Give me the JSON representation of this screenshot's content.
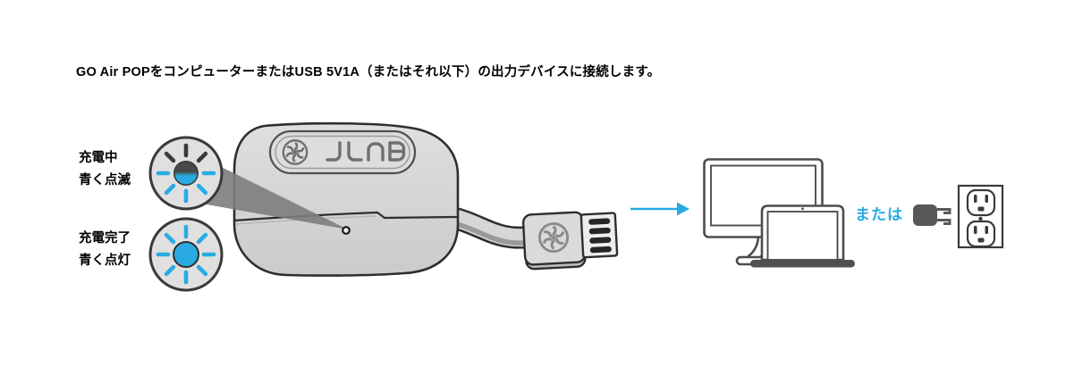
{
  "instruction": "GO Air POPをコンピューターまたはUSB 5V1A（またはそれ以下）の出力デバイスに接続します。",
  "legend": [
    {
      "title": "充電中",
      "subtitle": "青く点滅",
      "led_state": "blinking-blue"
    },
    {
      "title": "充電完了",
      "subtitle": "青く点灯",
      "led_state": "solid-blue"
    }
  ],
  "or_label": "または",
  "icons": {
    "led_blinking": "led-indicator-blinking-icon",
    "led_solid": "led-indicator-solid-icon",
    "charging_case": "charging-case-icon",
    "brand_logo": "jlab-logo",
    "usb_plug": "usb-plug-icon",
    "arrow": "arrow-right-icon",
    "desktop": "desktop-computer-icon",
    "laptop": "laptop-icon",
    "power_adapter": "power-adapter-icon",
    "wall_outlet": "wall-outlet-icon"
  },
  "colors": {
    "accent_blue": "#29ABE2",
    "text_black": "#000000",
    "outline_dark": "#2E2E2E",
    "device_outline": "#4D4D4D",
    "dark_fill": "#57585A",
    "case_gray": "#D9D9D9",
    "beam_gray": "#7D7D7D",
    "led_ring_gray": "#E0E0E0"
  }
}
